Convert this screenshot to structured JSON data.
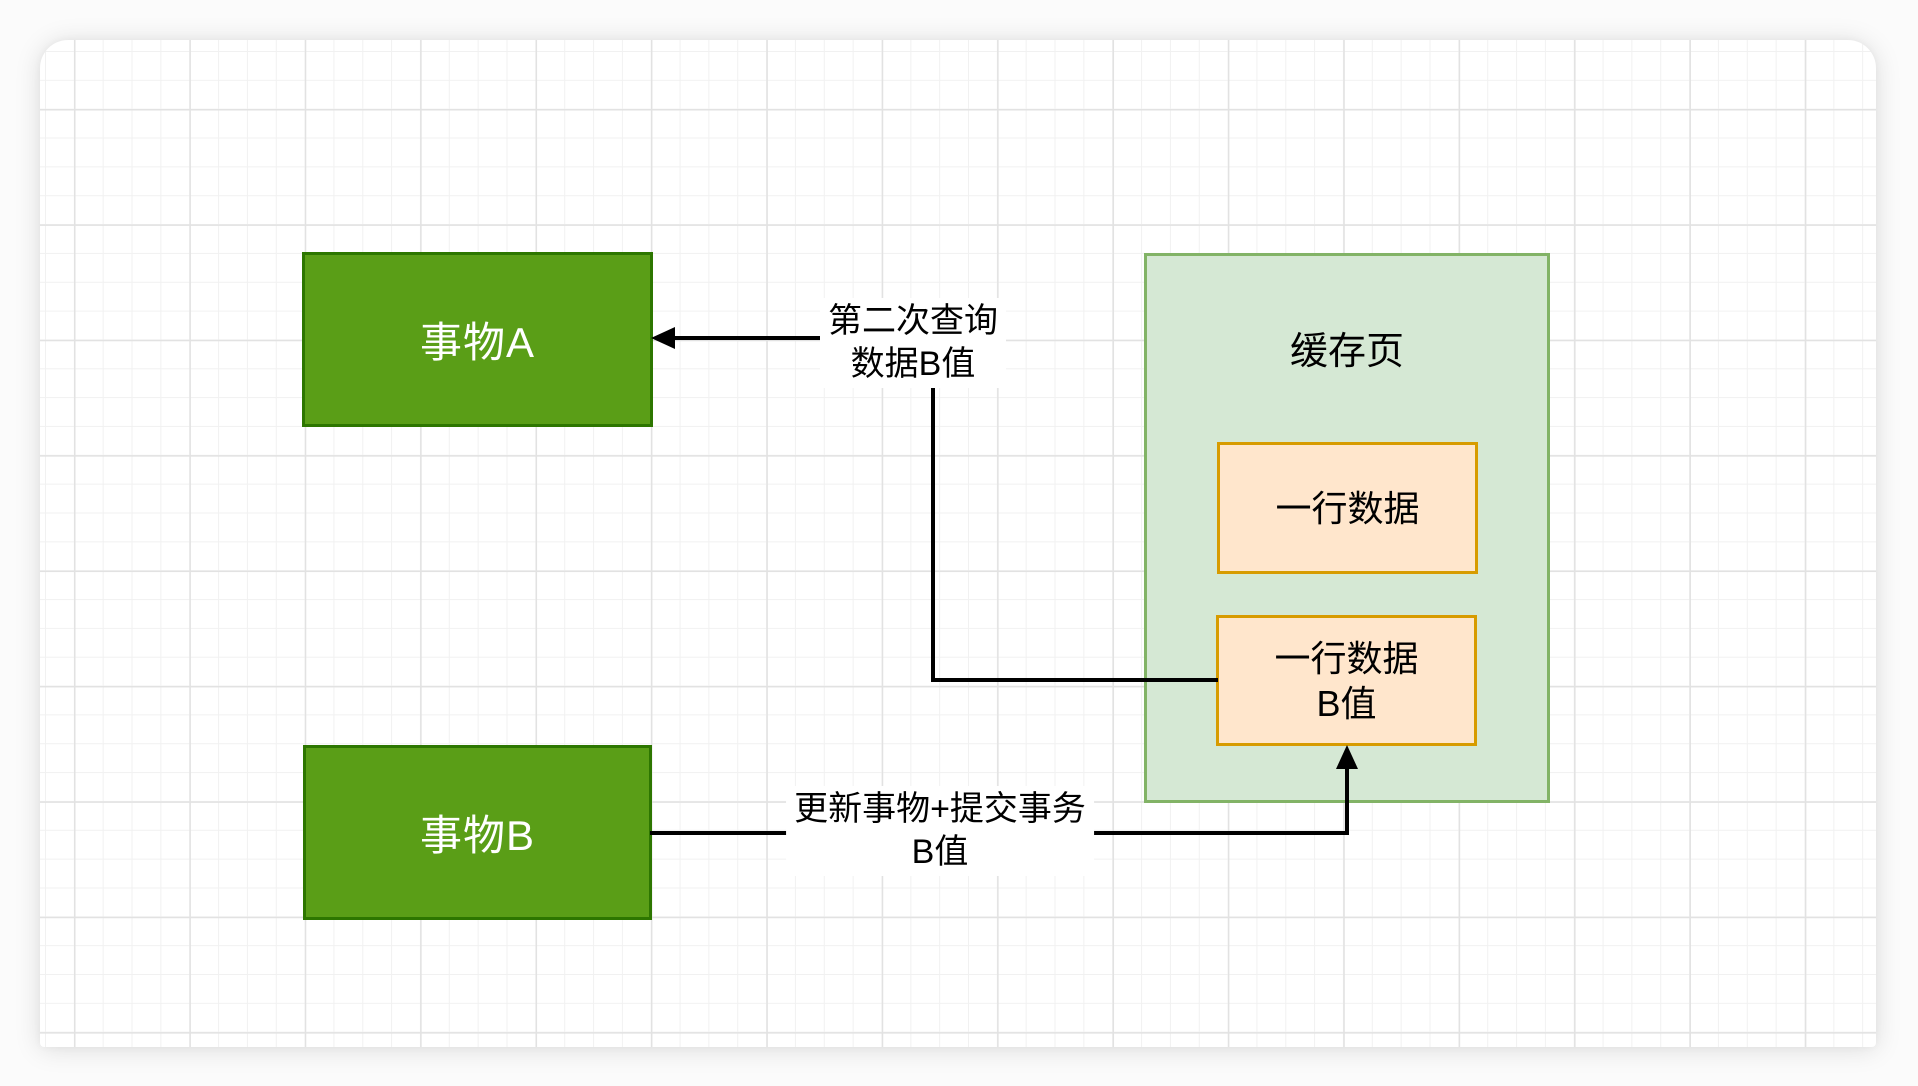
{
  "diagram": {
    "nodes": {
      "transaction_a": {
        "label": "事物A"
      },
      "transaction_b": {
        "label": "事物B"
      },
      "cache_page": {
        "title": "缓存页"
      },
      "row_data": {
        "label": "一行数据"
      },
      "row_data_b": {
        "line1": "一行数据",
        "line2": "B值"
      }
    },
    "edges": {
      "second_query": {
        "line1": "第二次查询",
        "line2": "数据B值"
      },
      "update_commit": {
        "line1": "更新事物+提交事务",
        "line2": "B值"
      }
    }
  },
  "colors": {
    "node_fill": "#5a9e17",
    "node_border": "#2d7600",
    "node_text": "#ffffff",
    "container_fill": "#d5e8d4",
    "container_border": "#82b366",
    "row_fill": "#ffe6cc",
    "row_border": "#d79b00",
    "edge_line": "#000000",
    "label_text": "#000000",
    "label_bg": "#ffffff"
  }
}
